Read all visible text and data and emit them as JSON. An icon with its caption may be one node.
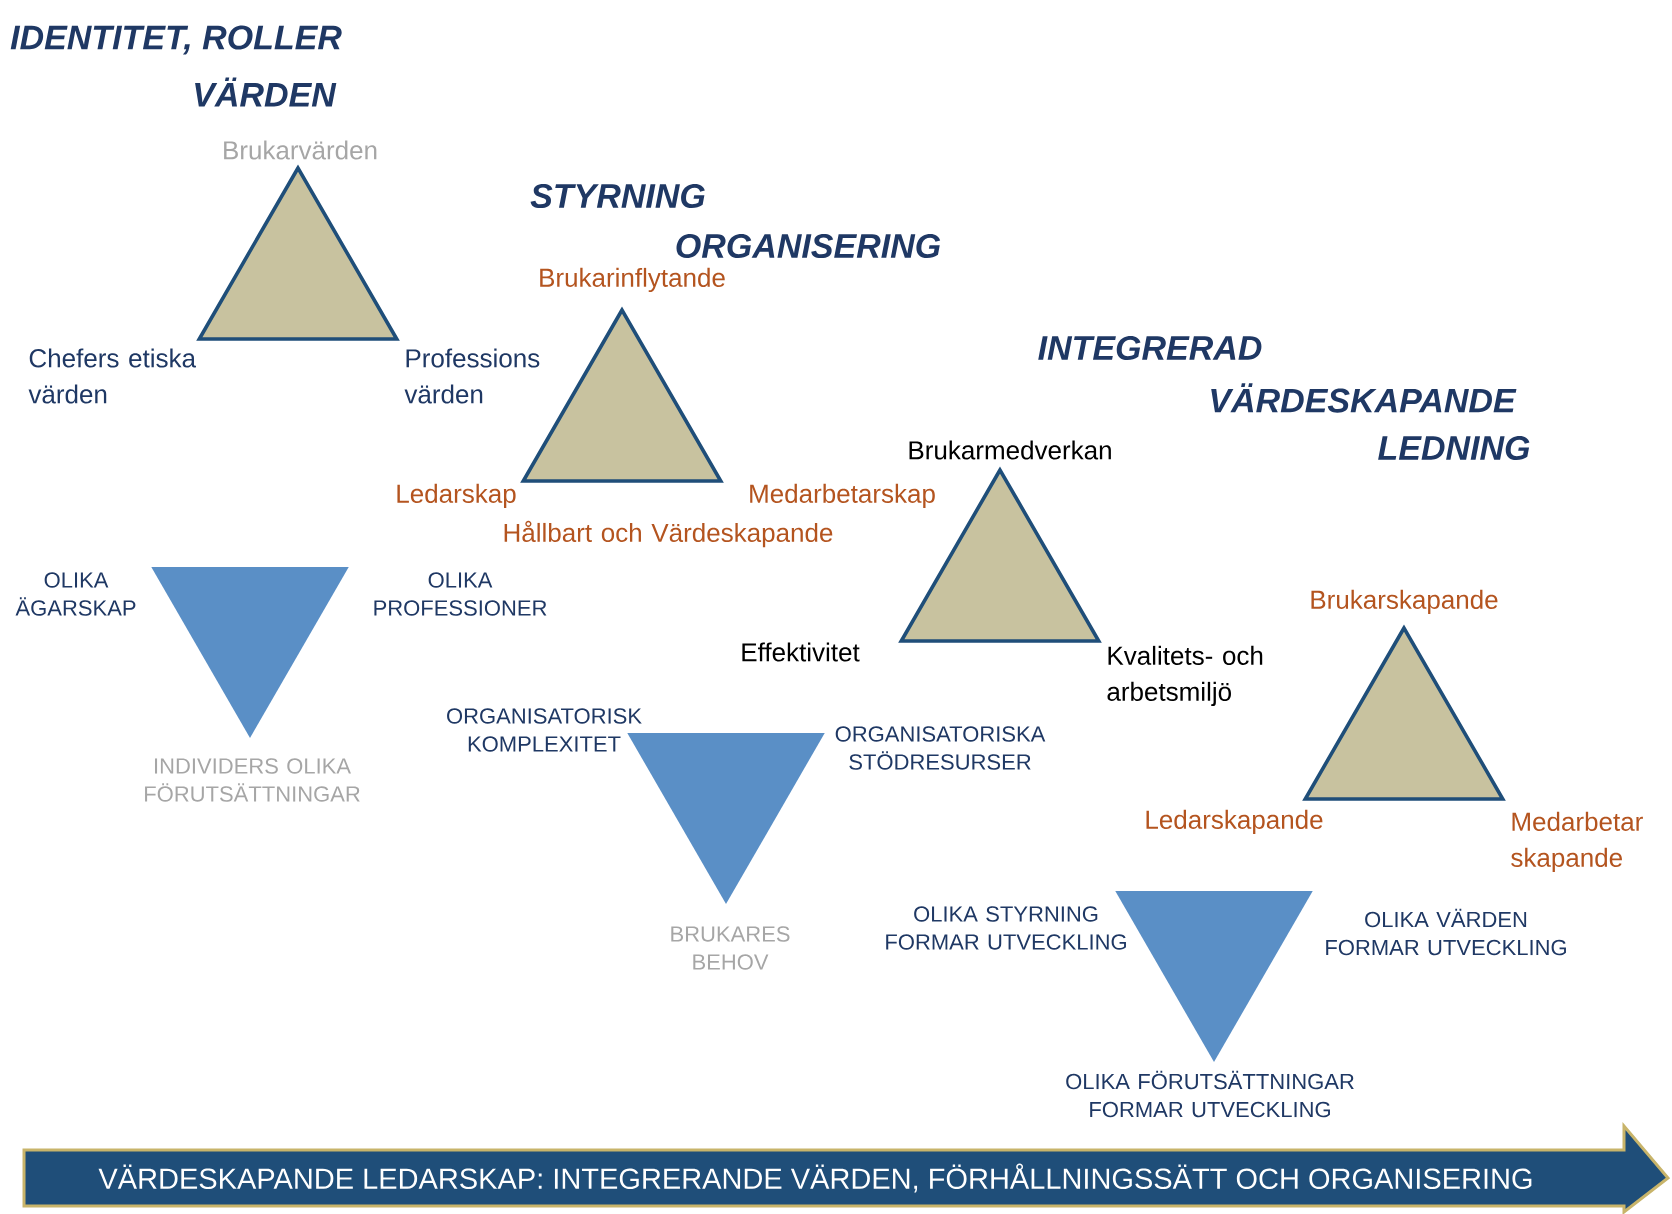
{
  "diagram": {
    "nodes": [
      {
        "text": [],
        "shape": "triangle",
        "beside": [
          "Brukarvärden",
          "Chefers etiska värden",
          "Professions värden"
        ]
      },
      {
        "text": [],
        "shape": "triangle",
        "beside": [
          "Brukarinflytande",
          "Ledarskap",
          "Medarbetarskap",
          "Hållbart och Värdeskapande"
        ]
      },
      {
        "text": [],
        "shape": "triangle",
        "beside": [
          "Brukarmedverkan",
          "Effektivitet",
          "Kvalitets- och arbetsmiljö"
        ]
      },
      {
        "text": [],
        "shape": "triangle",
        "beside": [
          "Brukarskapande",
          "Ledarskapande",
          "Medarbetar skapande"
        ]
      },
      {
        "text": [],
        "shape": "triangle",
        "beside": [
          "OLIKA ÄGARSKAP",
          "OLIKA PROFESSIONER",
          "INDIVIDERS OLIKA FÖRUTSÄTTNINGAR"
        ]
      },
      {
        "text": [],
        "shape": "triangle",
        "beside": [
          "ORGANISATORISK KOMPLEXITET",
          "ORGANISATORISKA STÖDRESURSER",
          "BRUKARES BEHOV"
        ]
      },
      {
        "text": [],
        "shape": "triangle",
        "beside": [
          "OLIKA STYRNING FORMAR UTVECKLING",
          "OLIKA VÄRDEN FORMAR UTVECKLING",
          "OLIKA FÖRUTSÄTTNINGAR FORMAR UTVECKLING"
        ]
      },
      {
        "text": [
          "VÄRDESKAPANDE LEDARSKAP: INTEGRERANDE VÄRDEN, FÖRHÅLLNINGSSÄTT  OCH ORGANISERING"
        ]
      }
    ],
    "labels": [
      "IDENTITET, ROLLER",
      "VÄRDEN",
      "STYRNING",
      "ORGANISERING",
      "INTEGRERAD",
      "VÄRDESKAPANDE",
      "LEDNING"
    ]
  }
}
